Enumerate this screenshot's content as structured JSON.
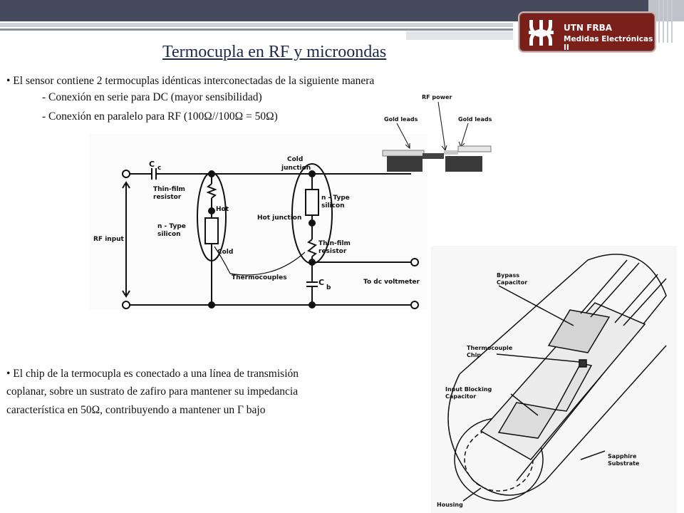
{
  "header": {
    "badge_title": "UTN FRBA",
    "badge_subtitle": "Medidas Electrónicas II",
    "logo_icon": "utn-logo-icon",
    "accent_color": "#7a1f1a"
  },
  "slide": {
    "title": "Termocupla en RF y microondas",
    "bullet1": "• El sensor contiene 2 termocuplas idénticas interconectadas de la siguiente manera",
    "sub1": "- Conexión en serie para DC (mayor sensibilidad)",
    "sub2": "- Conexión en paralelo para RF (100Ω//100Ω = 50Ω)",
    "bullet2_line1": "• El chip de la termocupla es conectado a una línea de transmisión",
    "bullet2_line2": "coplanar, sobre un sustrato de zafiro para mantener su impedancia",
    "bullet2_line3": "característica  en 50Ω, contribuyendo a mantener un Γ bajo"
  },
  "circuit": {
    "cc_label": "C",
    "cc_sub": "c",
    "thin_film": "Thin-film",
    "resistor": "resistor",
    "hot": "Hot",
    "n_type": "n - Type",
    "silicon": "silicon",
    "cold": "Cold",
    "rf_input": "RF input",
    "cold_top": "Cold",
    "junction": "junction",
    "n_type2": "n - Type",
    "silicon2": "silicon",
    "hot_junction": "Hot junction",
    "thin_film2": "Thin-film",
    "resistor2": "resistor",
    "thermocouples": "Thermocouples",
    "cb_label": "C",
    "cb_sub": "b",
    "dc_voltmeter": "To dc voltmeter"
  },
  "chip": {
    "rf_power": "RF power",
    "gold_leads_left": "Gold leads",
    "gold_leads_right": "Gold leads"
  },
  "probe": {
    "bypass1": "Bypass",
    "bypass2": "Capacitor",
    "tc1": "Thermocouple",
    "tc2": "Chip",
    "ib1": "Input Blocking",
    "ib2": "Capacitor",
    "sapphire1": "Sapphire",
    "sapphire2": "Substrate",
    "housing": "Housing"
  }
}
